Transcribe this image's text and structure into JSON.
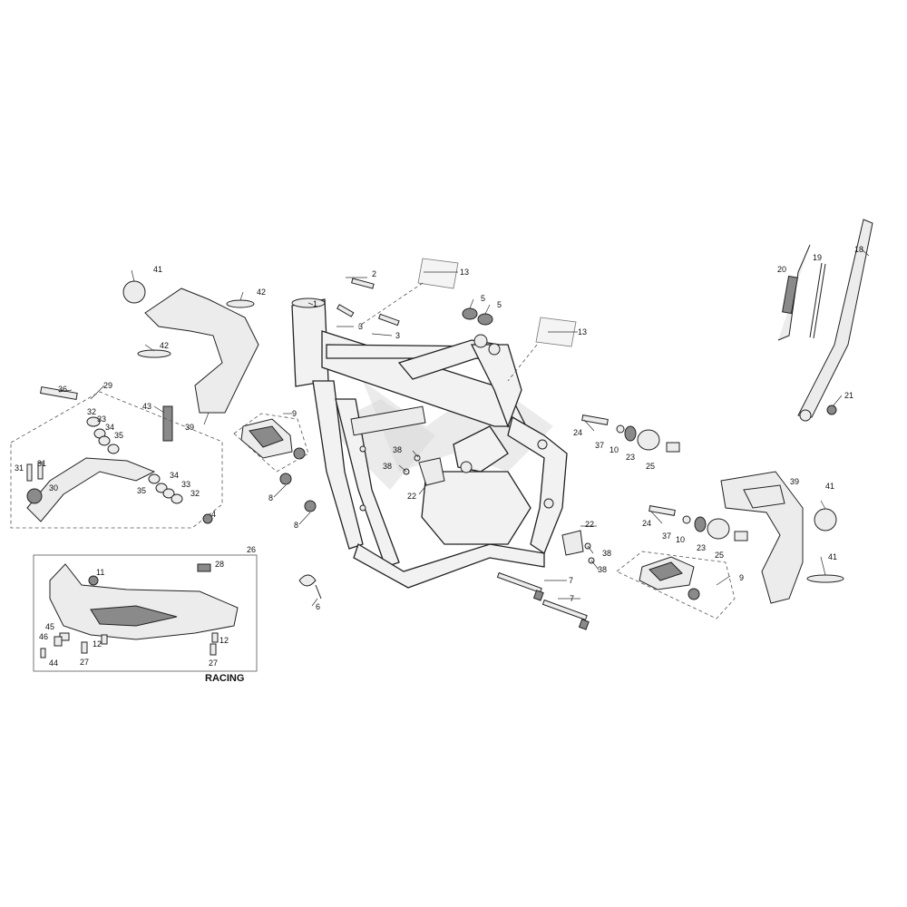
{
  "diagram": {
    "racing_label": "RACING",
    "callouts": {
      "c1": "1",
      "c2": "2",
      "c3a": "3",
      "c3b": "3",
      "c4": "4",
      "c5a": "5",
      "c5b": "5",
      "c6": "6",
      "c7a": "7",
      "c7b": "7",
      "c8a": "8",
      "c8b": "8",
      "c9a": "9",
      "c9b": "9",
      "c10a": "10",
      "c10b": "10",
      "c11": "11",
      "c12a": "12",
      "c12b": "12",
      "c13a": "13",
      "c13b": "13",
      "c18": "18",
      "c19": "19",
      "c20": "20",
      "c21": "21",
      "c22a": "22",
      "c22b": "22",
      "c23a": "23",
      "c23b": "23",
      "c24a": "24",
      "c24b": "24",
      "c25a": "25",
      "c25b": "25",
      "c26": "26",
      "c27a": "27",
      "c27b": "27",
      "c28": "28",
      "c29": "29",
      "c30": "30",
      "c31a": "31",
      "c31b": "31",
      "c32a": "32",
      "c32b": "32",
      "c33a": "33",
      "c33b": "33",
      "c34a": "34",
      "c34b": "34",
      "c35a": "35",
      "c35b": "35",
      "c36": "36",
      "c37a": "37",
      "c37b": "37",
      "c38a": "38",
      "c38b": "38",
      "c38c": "38",
      "c38d": "38",
      "c39a": "39",
      "c39b": "39",
      "c41a": "41",
      "c41b": "41",
      "c41c": "41",
      "c42a": "42",
      "c42b": "42",
      "c43": "43",
      "c44": "44",
      "c45": "45",
      "c46": "46"
    }
  }
}
